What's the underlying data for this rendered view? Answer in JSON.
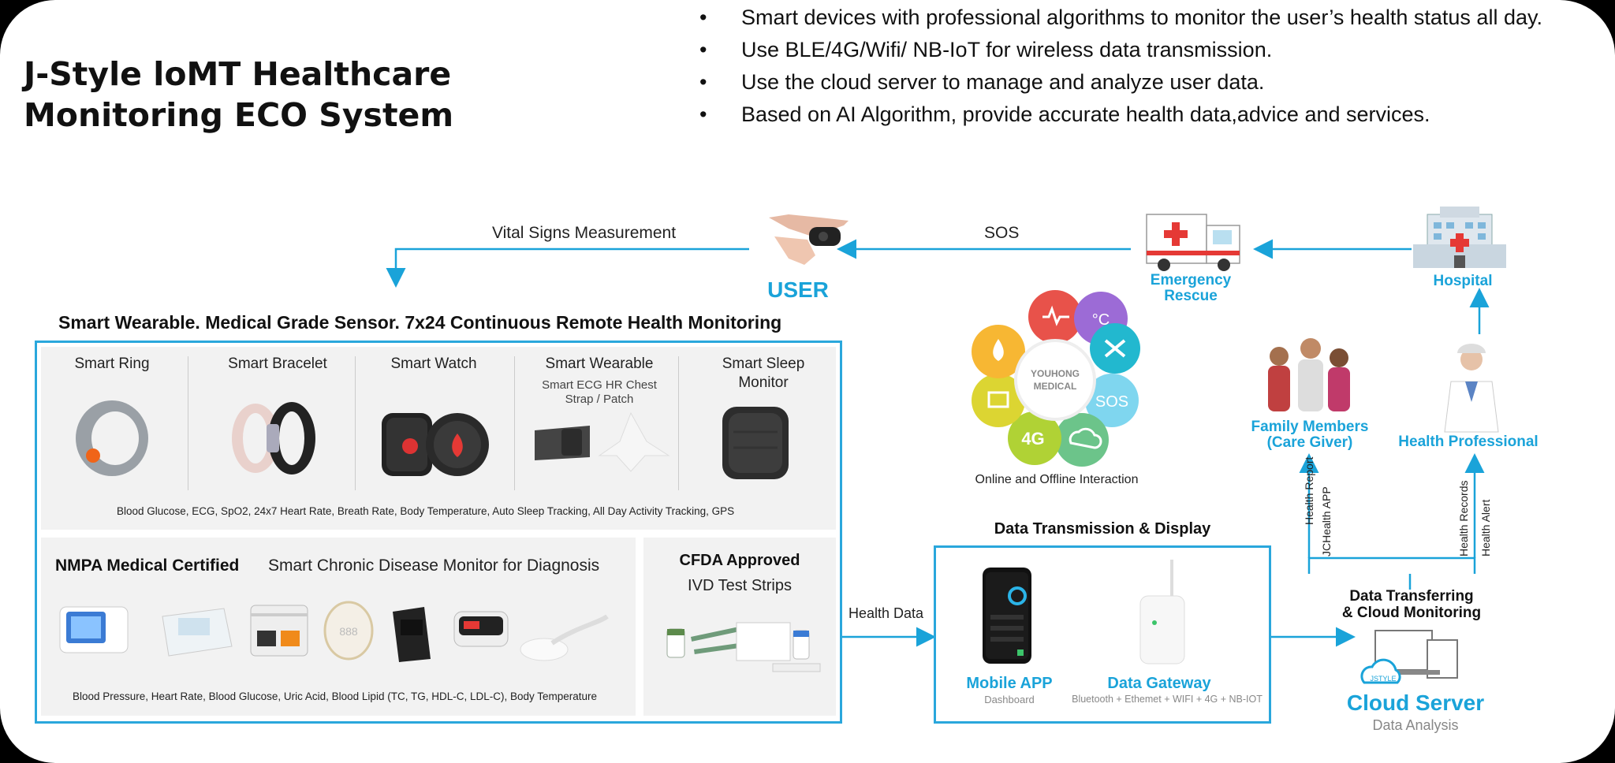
{
  "title": {
    "line1": "J-Style loMT Healthcare",
    "line2": "Monitoring ECO System"
  },
  "bullets": [
    "Smart devices with professional algorithms to monitor the user’s health status all day.",
    "Use BLE/4G/Wifi/ NB-IoT for wireless data transmission.",
    "Use the cloud server to manage and analyze user data.",
    "Based on AI Algorithm, provide accurate health data,advice and services."
  ],
  "flow": {
    "vital_signs": "Vital Signs Measurement",
    "user": "USER",
    "sos": "SOS",
    "emergency_line1": "Emergency",
    "emergency_line2": "Rescue",
    "hospital": "Hospital",
    "health_data": "Health Data",
    "family_line1": "Family Members",
    "family_line2": "(Care Giver)",
    "health_professional": "Health Professional",
    "health_report": "Health Report",
    "jchealth_app": "JCHealth APP",
    "health_records": "Health Records",
    "health_alert": "Health Alert",
    "transfer_line1": "Data Transferring",
    "transfer_line2": "& Cloud Monitoring",
    "cloud_server": "Cloud Server",
    "data_analysis": "Data Analysis",
    "jstyle_badge": "JSTYLE"
  },
  "wearables": {
    "heading": "Smart Wearable. Medical Grade Sensor. 7x24 Continuous Remote Health Monitoring",
    "devices": [
      {
        "name": "Smart Ring"
      },
      {
        "name": "Smart Bracelet"
      },
      {
        "name": "Smart Watch"
      },
      {
        "name": "Smart Wearable",
        "sub1": "Smart ECG HR Chest",
        "sub2": "Strap / Patch"
      },
      {
        "name": "Smart Sleep",
        "name2": "Monitor"
      }
    ],
    "features": "Blood Glucose, ECG, SpO2, 24x7 Heart Rate, Breath Rate, Body Temperature, Auto Sleep Tracking, All Day Activity Tracking, GPS"
  },
  "medical": {
    "certified": "NMPA Medical Certified",
    "subtitle": "Smart Chronic Disease Monitor for Diagnosis",
    "features": "Blood Pressure, Heart Rate, Blood Glucose, Uric Acid, Blood Lipid (TC, TG, HDL-C, LDL-C), Body Temperature",
    "cfda": "CFDA Approved",
    "ivd": "IVD Test Strips"
  },
  "interaction": {
    "center_line1": "YOUHONG",
    "center_line2": "MEDICAL",
    "caption": "Online and Offline Interaction",
    "sos_petal": "SOS",
    "net_petal": "4G"
  },
  "transmission": {
    "heading": "Data Transmission & Display",
    "mobile_app": "Mobile APP",
    "dashboard": "Dashboard",
    "gateway": "Data Gateway",
    "gateway_sub": "Bluetooth + Ethemet + WIFI + 4G + NB-IOT"
  },
  "colors": {
    "accent": "#1aa3d9",
    "border": "#2aa7dc",
    "panel": "#f2f2f2"
  }
}
